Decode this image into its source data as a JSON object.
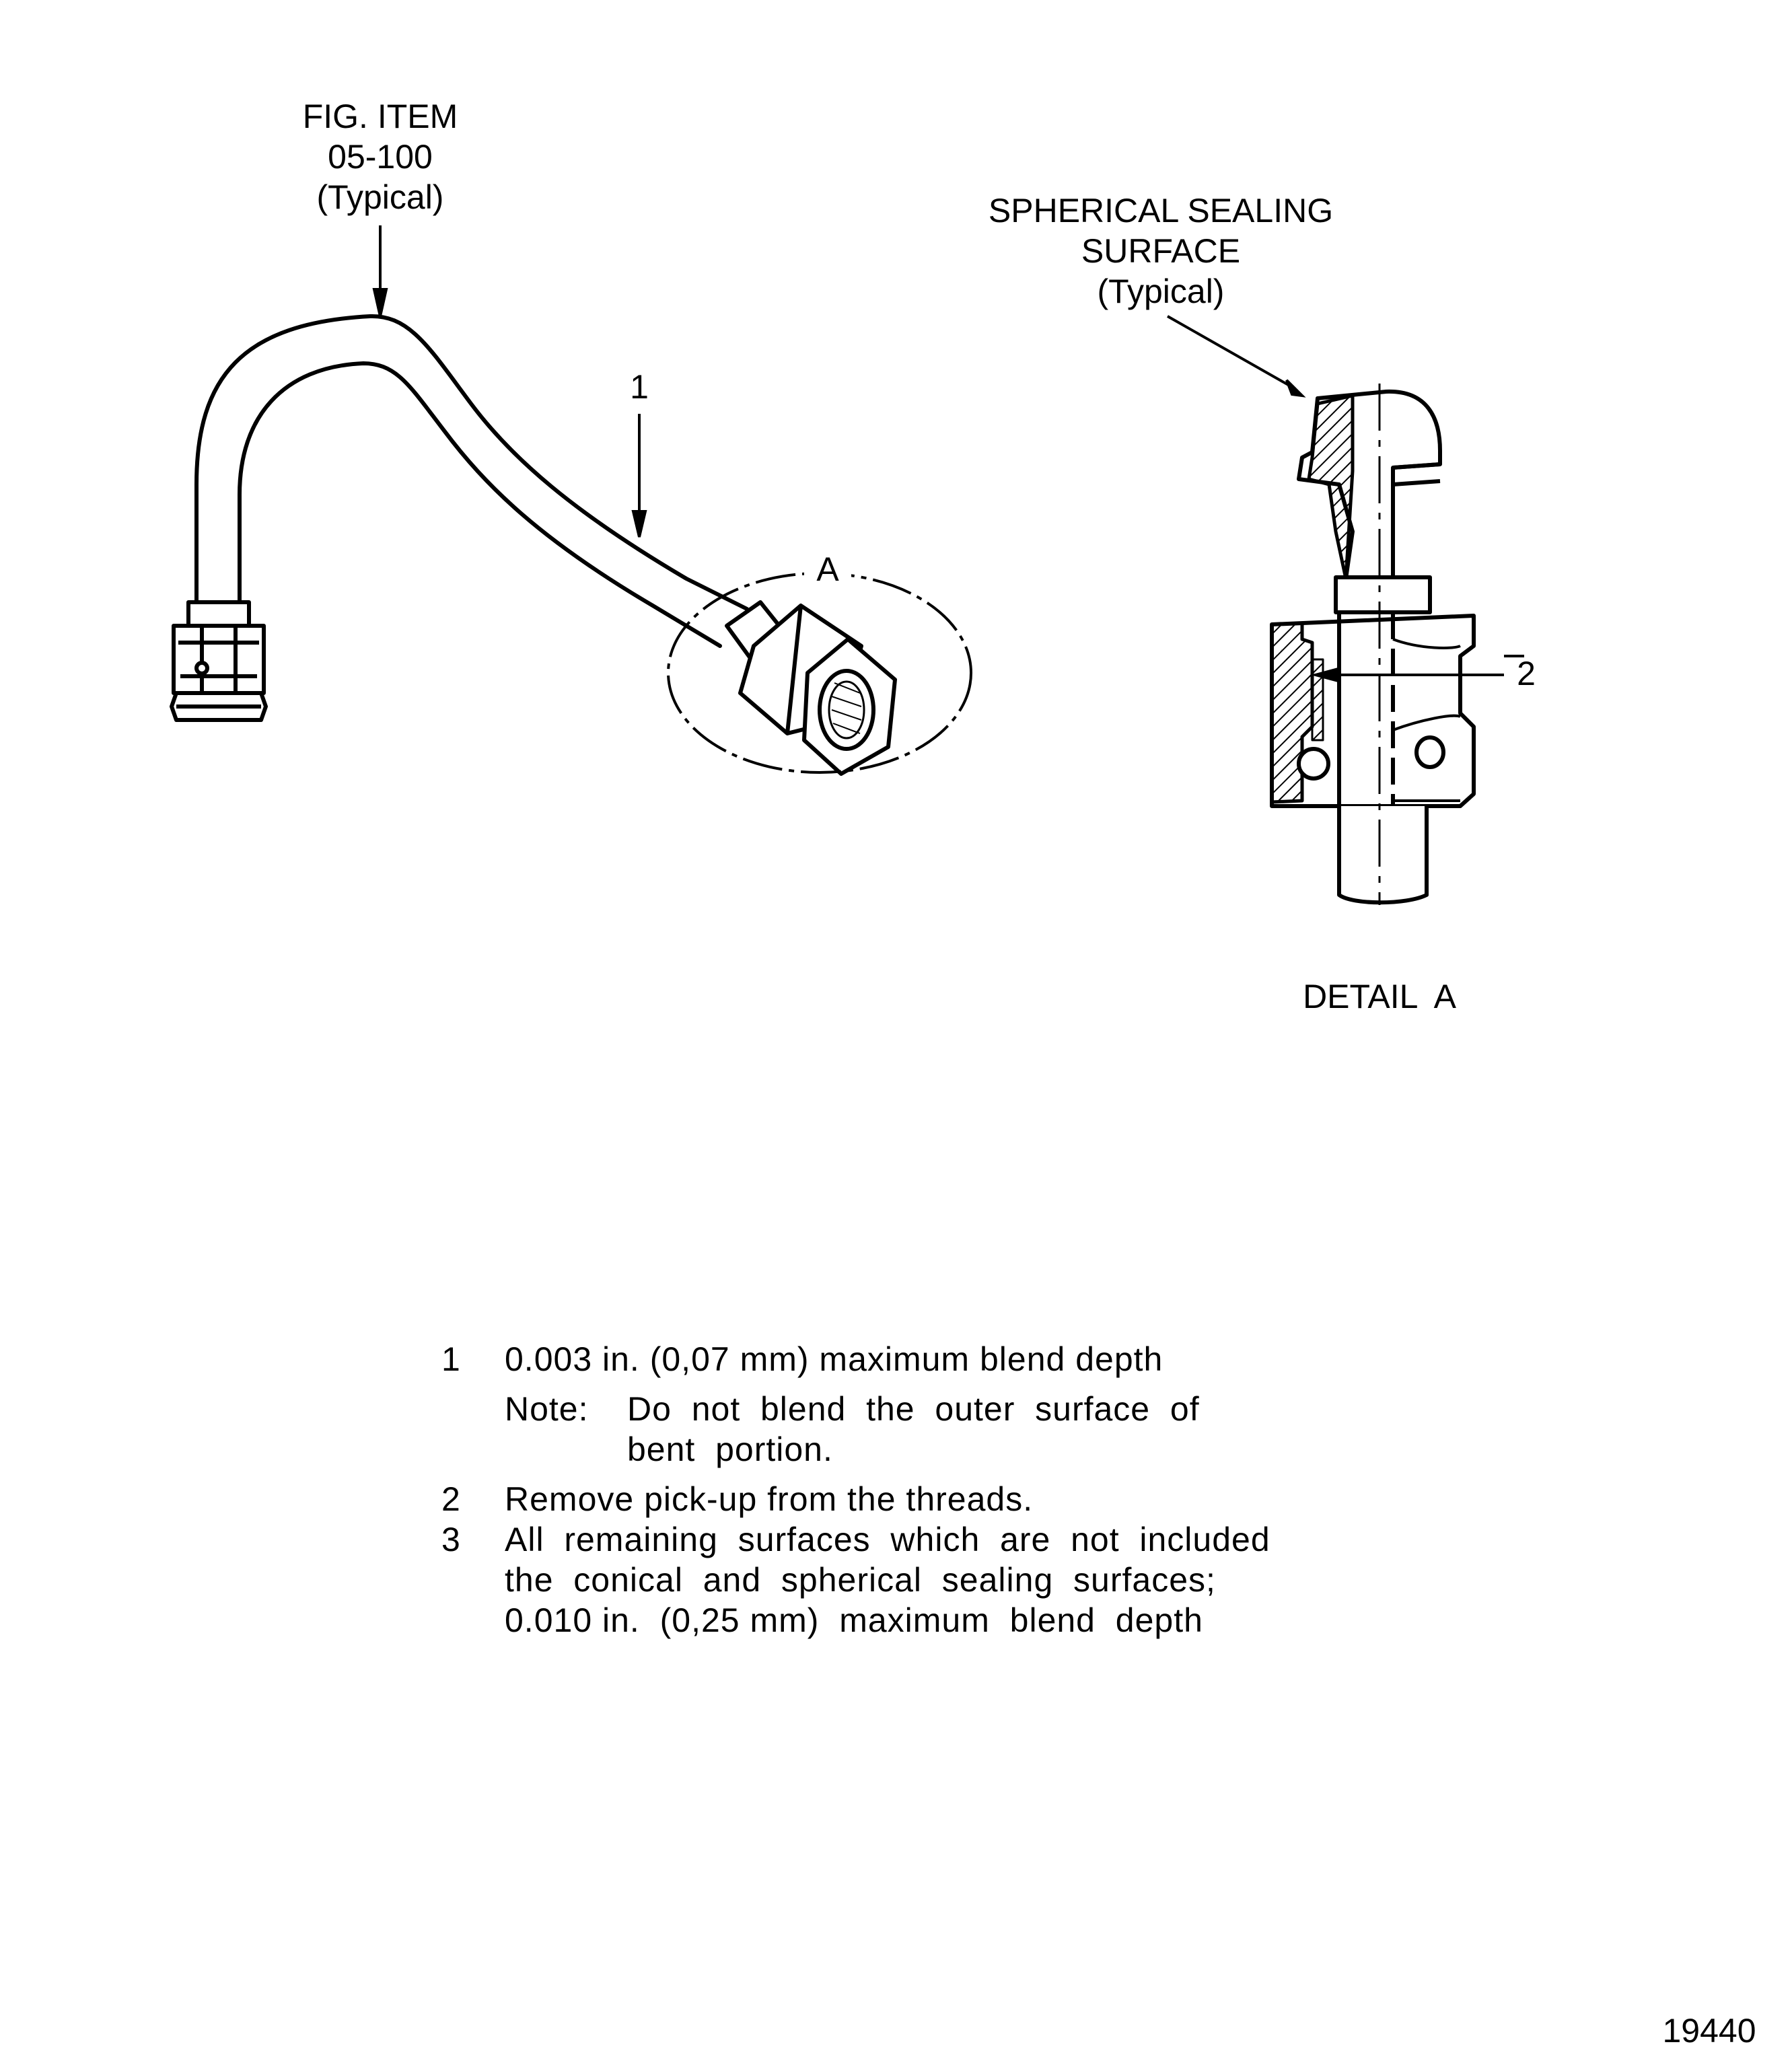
{
  "figure": {
    "callout_main": {
      "line1": "FIG. ITEM",
      "line2": "05-100",
      "line3": "(Typical)"
    },
    "callout_sealing": {
      "line1": "SPHERICAL SEALING",
      "line2": "SURFACE",
      "line3": "(Typical)"
    },
    "label_1": "1",
    "label_2": "2",
    "label_detail_circle": "A",
    "detail_caption": "DETAIL  A",
    "figure_number": "19440"
  },
  "notes": {
    "items": [
      {
        "num": "1",
        "text": "0.003 in.  (0,07 mm)  maximum  blend  depth"
      },
      {
        "num": "2",
        "text": "Remove  pick-up  from  the  threads."
      },
      {
        "num": "3",
        "text": "All  remaining  surfaces  which  are  not  included\nthe  conical  and  spherical  sealing  surfaces;\n0.010 in.  (0,25 mm)  maximum  blend  depth"
      }
    ],
    "note_label": "Note:",
    "note_text": "Do  not  blend  the  outer  surface  of\nbent  portion."
  }
}
